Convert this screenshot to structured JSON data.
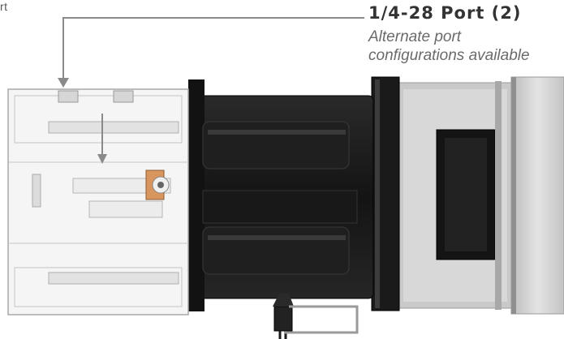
{
  "fragment_left_text": "rt",
  "callout": {
    "title": "1/4-28 Port (2)",
    "note_line1": "Alternate port",
    "note_line2": "configurations available"
  },
  "colors": {
    "leader_line": "#8a8a8a",
    "manifold_fill": "#f3f3f3",
    "manifold_edge": "#9c9c9c",
    "motor_body": "#1c1c1c",
    "motor_highlight": "#3a3a3a",
    "stepper_fill": "#cfcfcf",
    "brass_fitting": "#d9955e"
  }
}
